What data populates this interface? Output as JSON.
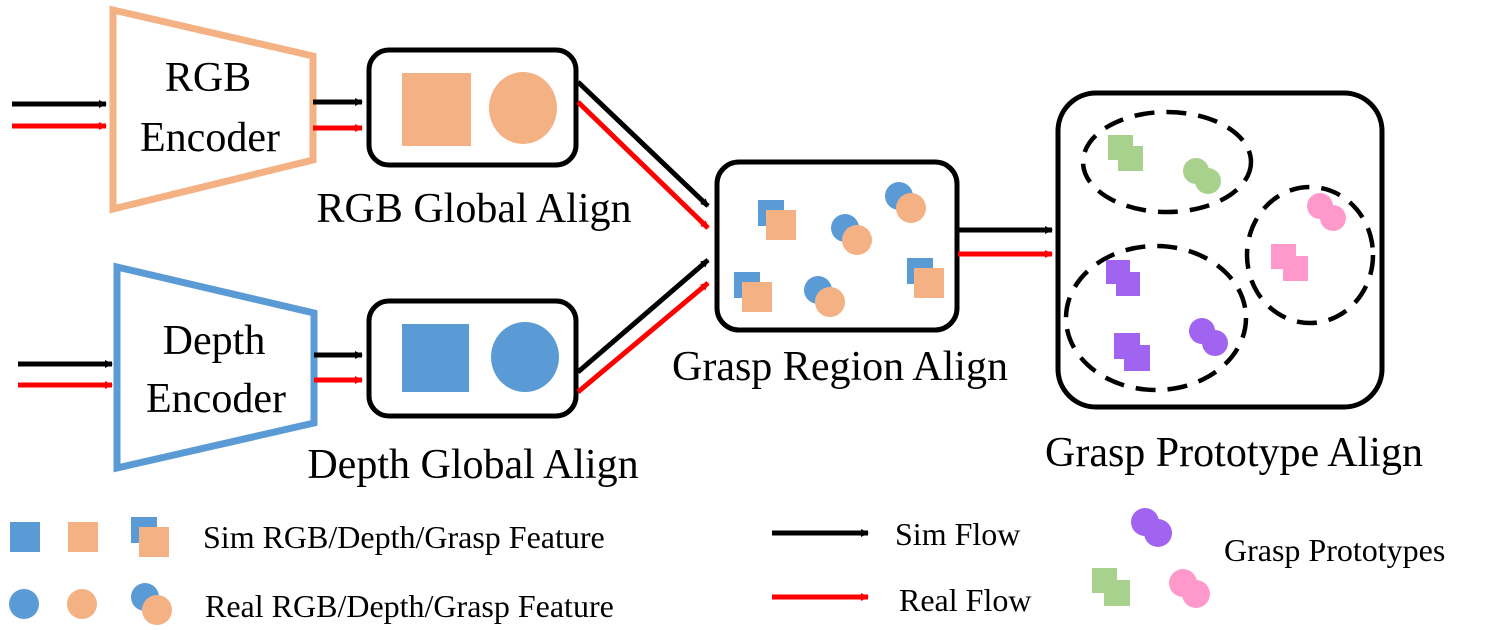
{
  "colors": {
    "rgb": "#F4B183",
    "depth": "#5B9BD5",
    "sim_flow": "#000000",
    "real_flow": "#FF0000",
    "proto_green": "#A9D18E",
    "proto_pink": "#FF99CC",
    "proto_purple": "#A064F0"
  },
  "encoders": {
    "rgb_line1": "RGB",
    "rgb_line2": "Encoder",
    "depth_line1": "Depth",
    "depth_line2": "Encoder"
  },
  "stages": {
    "rgb_global": "RGB Global Align",
    "depth_global": "Depth Global Align",
    "grasp_region": "Grasp Region Align",
    "grasp_prototype": "Grasp Prototype Align"
  },
  "legend": {
    "sim_feature": "Sim RGB/Depth/Grasp Feature",
    "real_feature": "Real RGB/Depth/Grasp Feature",
    "sim_flow": "Sim Flow",
    "real_flow": "Real Flow",
    "grasp_prototypes": "Grasp Prototypes"
  }
}
